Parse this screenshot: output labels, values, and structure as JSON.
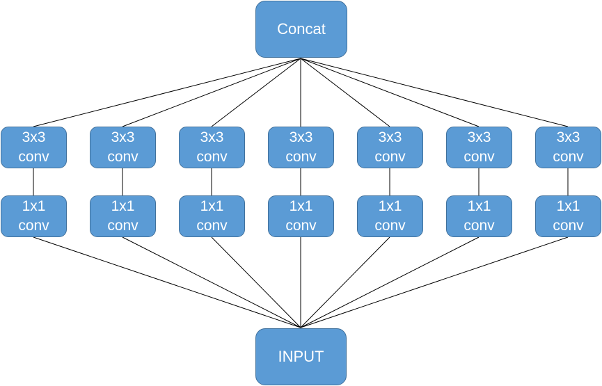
{
  "diagram": {
    "top_node": {
      "label": "Concat"
    },
    "bottom_node": {
      "label": "INPUT"
    },
    "branches": [
      {
        "upper": [
          "3x3",
          "conv"
        ],
        "lower": [
          "1x1",
          "conv"
        ]
      },
      {
        "upper": [
          "3x3",
          "conv"
        ],
        "lower": [
          "1x1",
          "conv"
        ]
      },
      {
        "upper": [
          "3x3",
          "conv"
        ],
        "lower": [
          "1x1",
          "conv"
        ]
      },
      {
        "upper": [
          "3x3",
          "conv"
        ],
        "lower": [
          "1x1",
          "conv"
        ]
      },
      {
        "upper": [
          "3x3",
          "conv"
        ],
        "lower": [
          "1x1",
          "conv"
        ]
      },
      {
        "upper": [
          "3x3",
          "conv"
        ],
        "lower": [
          "1x1",
          "conv"
        ]
      },
      {
        "upper": [
          "3x3",
          "conv"
        ],
        "lower": [
          "1x1",
          "conv"
        ]
      }
    ]
  },
  "colors": {
    "node_fill": "#5b9bd5",
    "node_border": "#41719c",
    "node_text": "#ffffff",
    "edge": "#000000"
  }
}
